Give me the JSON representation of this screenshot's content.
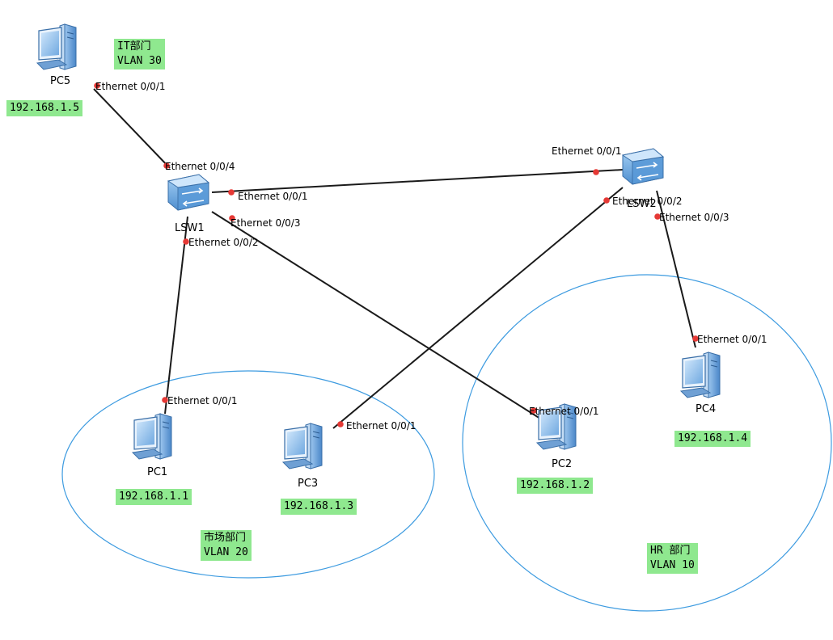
{
  "devices": {
    "lsw1": {
      "name": "LSW1"
    },
    "lsw2": {
      "name": "LSW2"
    },
    "pc1": {
      "name": "PC1",
      "ip": "192.168.1.1"
    },
    "pc2": {
      "name": "PC2",
      "ip": "192.168.1.2"
    },
    "pc3": {
      "name": "PC3",
      "ip": "192.168.1.3"
    },
    "pc4": {
      "name": "PC4",
      "ip": "192.168.1.4"
    },
    "pc5": {
      "name": "PC5",
      "ip": "192.168.1.5"
    }
  },
  "ports": {
    "pc5_e1": "Ethernet 0/0/1",
    "lsw1_e4": "Ethernet 0/0/4",
    "lsw1_e1": "Ethernet 0/0/1",
    "lsw1_e3": "Ethernet 0/0/3",
    "lsw1_e2": "Ethernet 0/0/2",
    "lsw2_e1": "Ethernet 0/0/1",
    "lsw2_e2": "Ethernet 0/0/2",
    "lsw2_e3": "Ethernet 0/0/3",
    "pc1_e1": "Ethernet 0/0/1",
    "pc3_e1": "Ethernet 0/0/1",
    "pc2_e1": "Ethernet 0/0/1",
    "pc4_e1": "Ethernet 0/0/1"
  },
  "groups": {
    "it": {
      "dept": "IT部门",
      "vlan": "VLAN 30"
    },
    "market": {
      "dept": "市场部门",
      "vlan": "VLAN 20"
    },
    "hr": {
      "dept": "HR 部门",
      "vlan": "VLAN 10"
    }
  },
  "colors": {
    "label_bg": "#8fe88f",
    "link": "#1a1a1a",
    "port_dot": "#e53935",
    "zone_circle": "#3d9be0",
    "device_blue": "#4a90d9"
  },
  "icons": {
    "pc": "desktop-computer-icon",
    "switch": "network-switch-icon"
  }
}
